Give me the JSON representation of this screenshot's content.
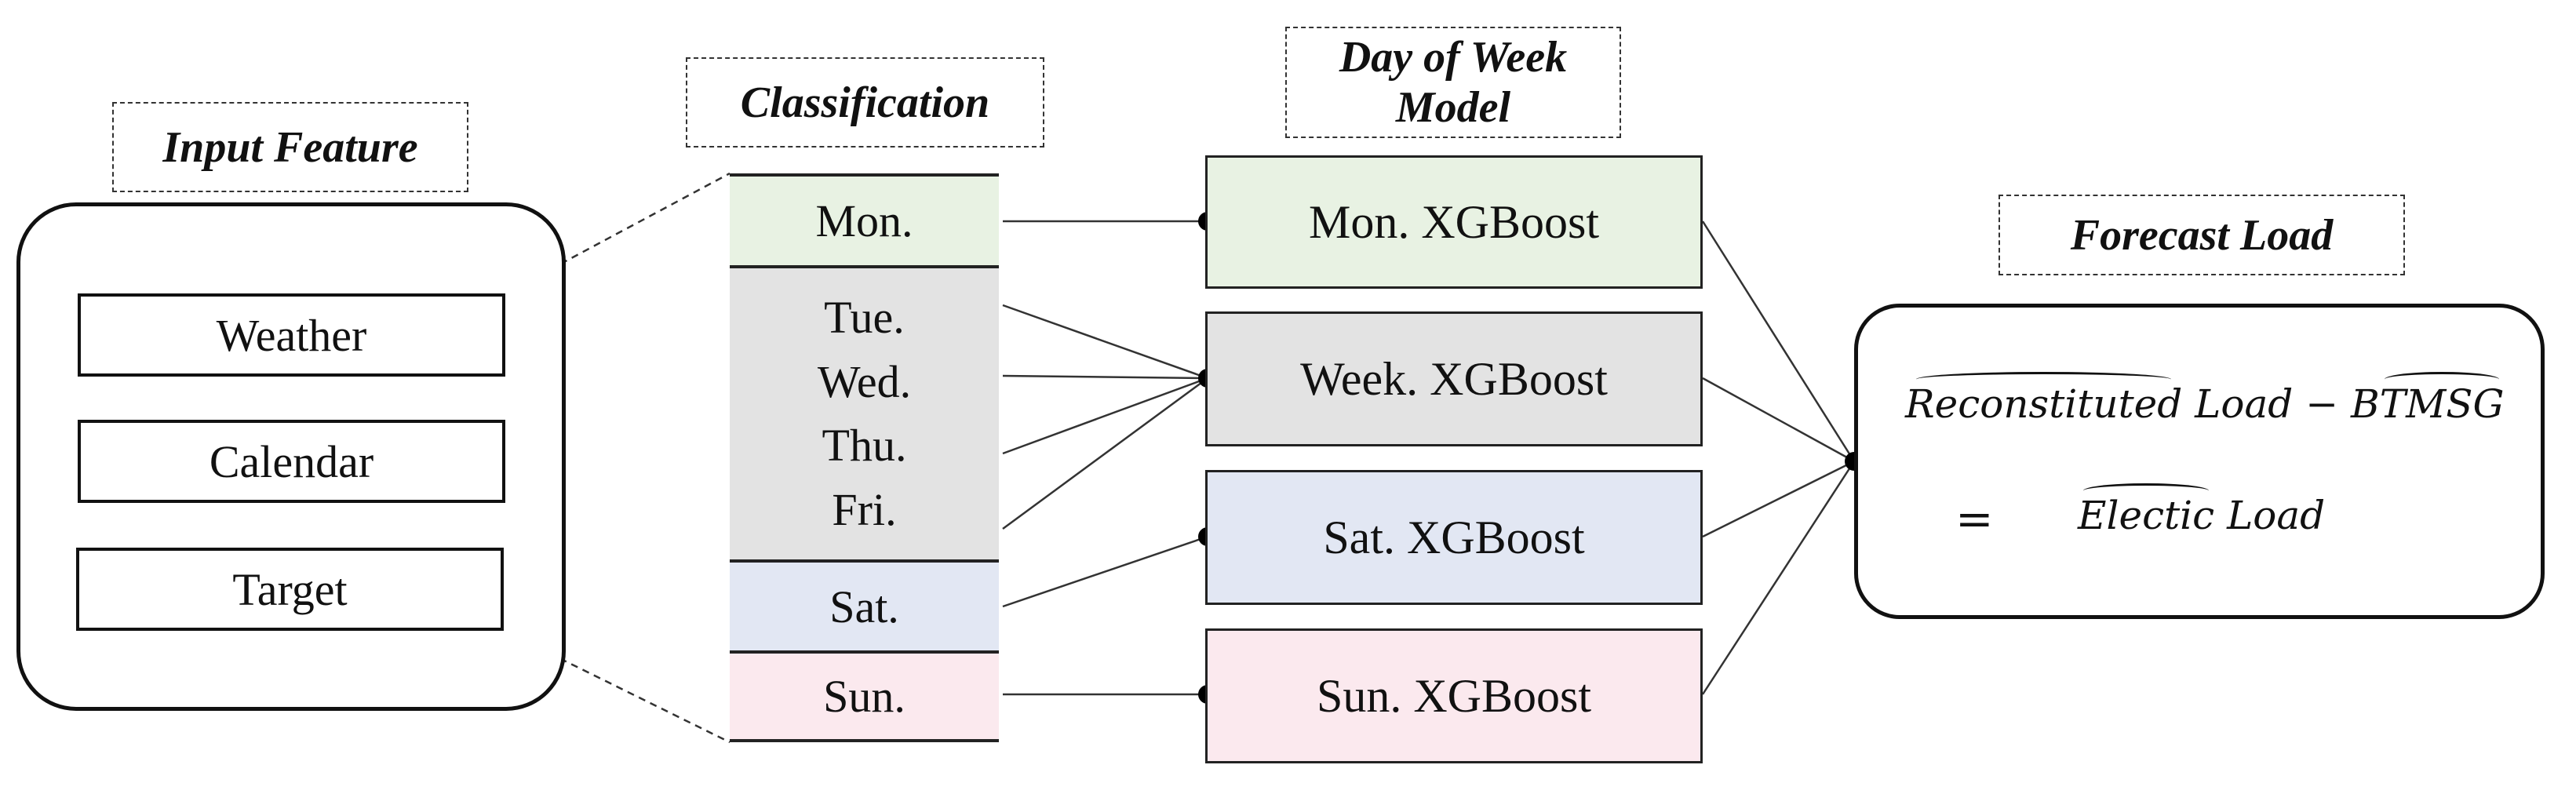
{
  "headers": {
    "input_feature": "Input Feature",
    "classification": "Classification",
    "day_of_week_model": "Day of Week Model",
    "forecast_load": "Forecast Load"
  },
  "input_features": [
    "Weather",
    "Calendar",
    "Target"
  ],
  "classification": {
    "mon": "Mon.",
    "tue": "Tue.",
    "wed": "Wed.",
    "thu": "Thu.",
    "fri": "Fri.",
    "sat": "Sat.",
    "sun": "Sun."
  },
  "models": {
    "mon": "Mon. XGBoost",
    "week": "Week. XGBoost",
    "sat": "Sat. XGBoost",
    "sun": "Sun. XGBoost"
  },
  "formula": {
    "term1_hat": "Reconstituted",
    "term1_rest": " Load − ",
    "term2_plain": "B",
    "term2_hat": "TMSG",
    "equals": "=",
    "term3_hat": "Electic",
    "term3_rest": " Load"
  },
  "colors": {
    "mon": "#e8f2e3",
    "week": "#e3e3e3",
    "sat": "#e2e7f3",
    "sun": "#fbe9ee",
    "line": "#333333",
    "dot": "#000000"
  }
}
